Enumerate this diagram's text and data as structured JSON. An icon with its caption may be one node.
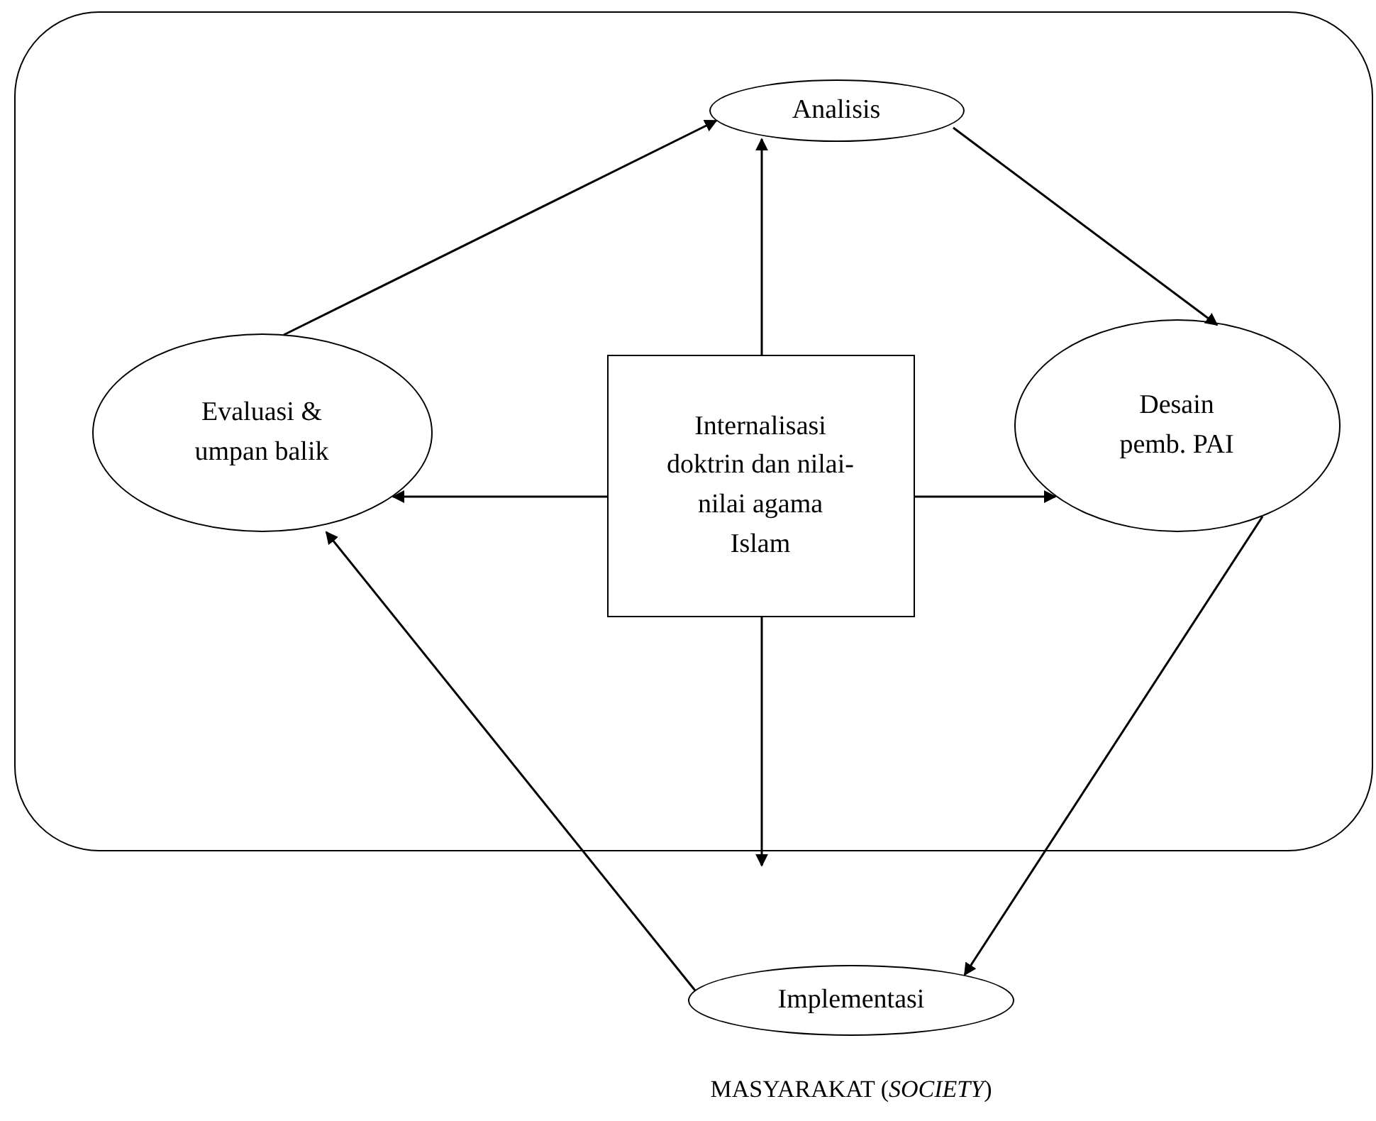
{
  "diagram": {
    "nodes": [
      {
        "text": [],
        "shape": "box"
      },
      {
        "text": [
          "Analisis"
        ],
        "in": 0
      },
      {
        "text": [
          "Evaluasi & umpan balik"
        ],
        "in": 0
      },
      {
        "text": [
          "Internalisasi doktrin dan nilai-nilai agama Islam"
        ],
        "in": 0
      },
      {
        "text": [
          "Desain pemb. PAI"
        ],
        "in": 0
      },
      {
        "text": [
          "Implementasi"
        ]
      }
    ],
    "edges": [
      {
        "from": 2,
        "to": 1,
        "arrow": "to"
      },
      {
        "from": 1,
        "to": 4,
        "arrow": "to"
      },
      {
        "from": 4,
        "to": 5,
        "arrow": "to"
      },
      {
        "from": 5,
        "to": 2,
        "arrow": "to"
      },
      {
        "from": 3,
        "to": 1,
        "arrow": "to"
      },
      {
        "from": 3,
        "to": 2,
        "arrow": "to"
      },
      {
        "from": 3,
        "to": 4,
        "arrow": "to"
      },
      {
        "from": 3,
        "to": null,
        "arrow": "to"
      }
    ],
    "labels": [
      "MASYARAKAT (*SOCIETY*)"
    ]
  }
}
